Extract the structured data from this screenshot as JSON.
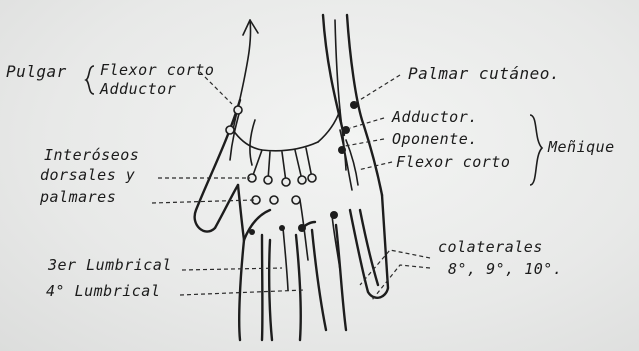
{
  "labels": {
    "pulgar": "Pulgar",
    "flexor_corto_thumb": "Flexor corto",
    "aductor_thumb": "Adductor",
    "palmar_cutaneo": "Palmar cutáneo.",
    "adductor_pinky": "Adductor.",
    "oponente": "Oponente.",
    "flexor_corto_pinky": "Flexor corto",
    "menique": "Meñique",
    "interoseos_1": "Interóseos",
    "interoseos_2": "dorsales y",
    "interoseos_3": "palmares",
    "lumbrical_3": "3er Lumbrical",
    "lumbrical_4": "4° Lumbrical",
    "colaterales_1": "colaterales",
    "colaterales_2": "8°, 9°, 10°."
  }
}
